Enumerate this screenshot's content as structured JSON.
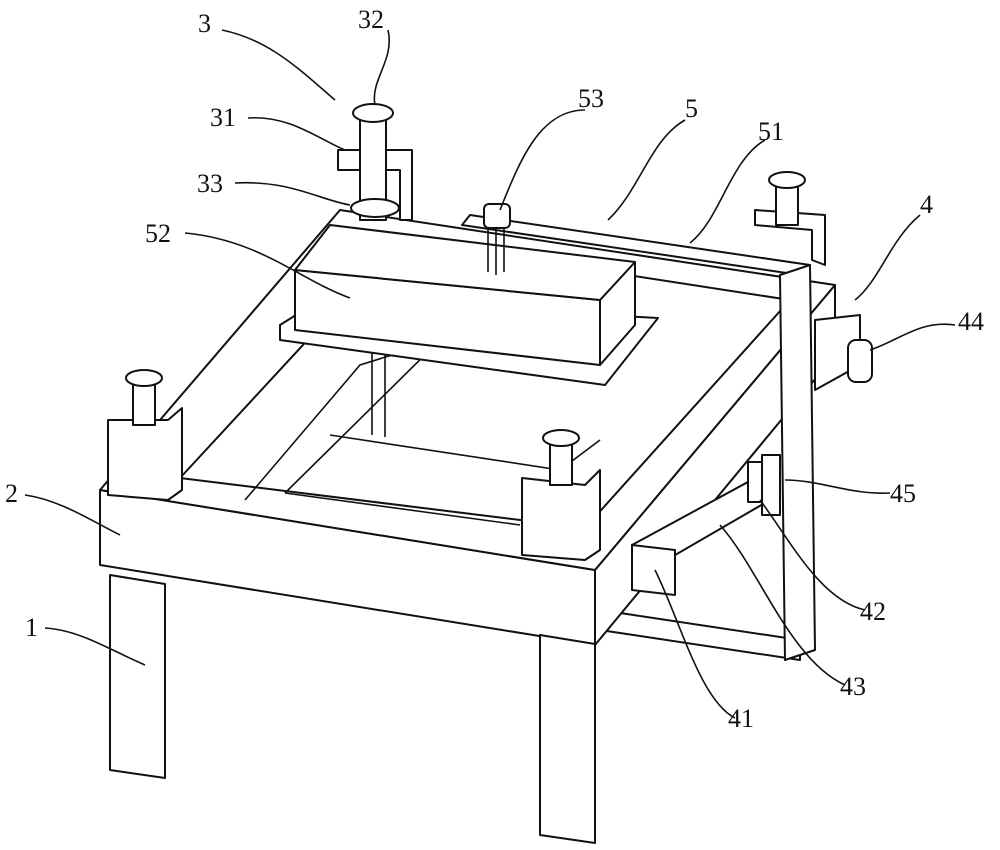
{
  "figure": {
    "labels": {
      "l1": "1",
      "l2": "2",
      "l3": "3",
      "l31": "31",
      "l32": "32",
      "l33": "33",
      "l4": "4",
      "l41": "41",
      "l42": "42",
      "l43": "43",
      "l44": "44",
      "l45": "45",
      "l5": "5",
      "l51": "51",
      "l52": "52",
      "l53": "53"
    }
  }
}
